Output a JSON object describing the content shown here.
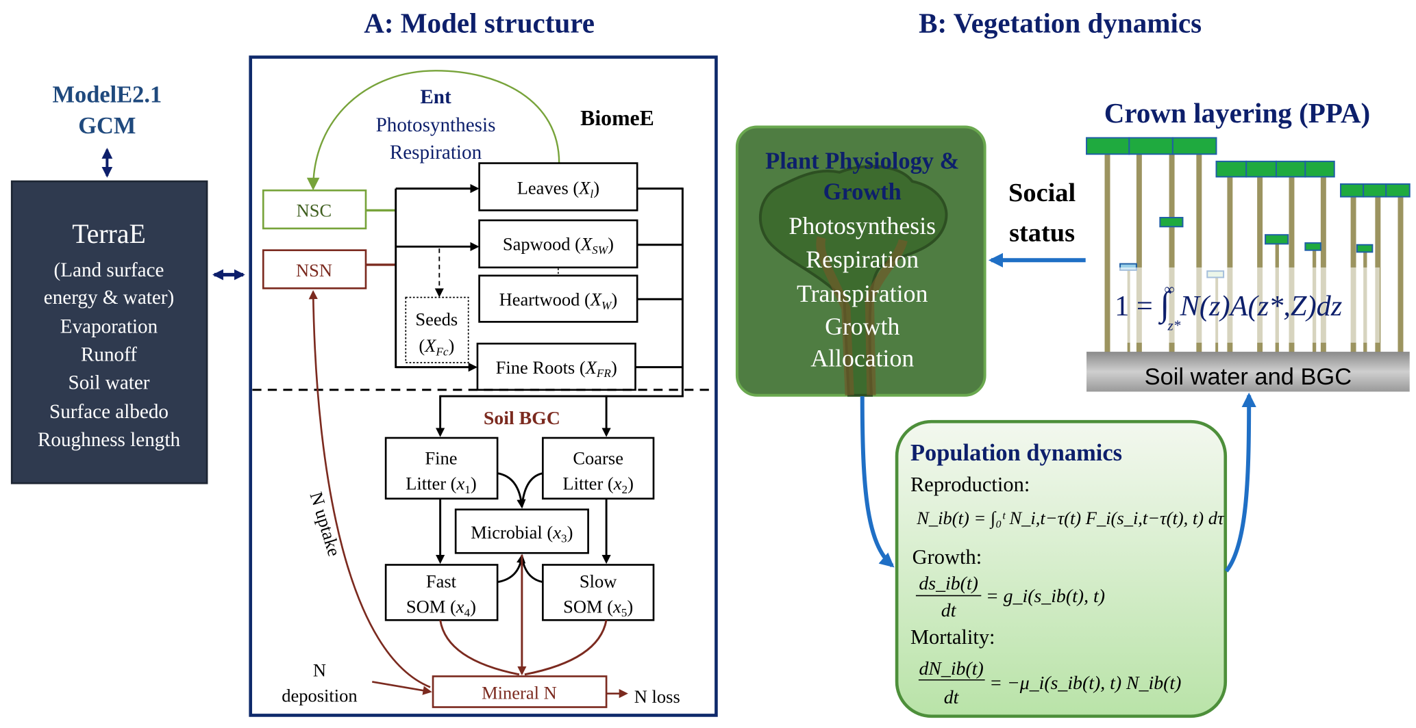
{
  "titles": {
    "a": "A: Model structure",
    "b": "B: Vegetation dynamics"
  },
  "colors": {
    "navy": "#0d1f6b",
    "nsc_green": "#77a33a",
    "nitrogen_red": "#7b2a1f",
    "arrow_blue": "#1f6fc5",
    "terrae_fill": "#2f3a4f",
    "crown_green": "#1faa3f",
    "stem_olive": "#9c9460"
  },
  "gcm": {
    "line1": "ModelE2.1",
    "line2": "GCM"
  },
  "terrae": {
    "title": "TerraE",
    "lines": [
      "(Land surface",
      "energy & water)",
      "Evaporation",
      "Runoff",
      "Soil water",
      "Surface albedo",
      "Roughness length"
    ]
  },
  "biomee": {
    "label": "BiomeE",
    "ent": {
      "title": "Ent",
      "lines": [
        "Photosynthesis",
        "Respiration"
      ]
    },
    "nsc": "NSC",
    "nsn": "NSN",
    "pools": {
      "leaves": {
        "name": "Leaves (",
        "var": "X",
        "sub": "l",
        "close": ")"
      },
      "sapwood": {
        "name": "Sapwood (",
        "var": "X",
        "sub": "SW",
        "close": ")"
      },
      "heartwood": {
        "name": "Heartwood (",
        "var": "X",
        "sub": "W",
        "close": ")"
      },
      "seeds": {
        "name": "Seeds",
        "var": "X",
        "sub": "Fc"
      },
      "fine_roots": {
        "name": "Fine Roots (",
        "var": "X",
        "sub": "FR",
        "close": ")"
      }
    }
  },
  "soil": {
    "label": "Soil BGC",
    "fine_litter": {
      "l1": "Fine",
      "l2": "Litter (",
      "var": "x",
      "sub": "1",
      "close": ")"
    },
    "coarse_litter": {
      "l1": "Coarse",
      "l2": "Litter (",
      "var": "x",
      "sub": "2",
      "close": ")"
    },
    "microbial": {
      "name": "Microbial (",
      "var": "x",
      "sub": "3",
      "close": ")"
    },
    "fast_som": {
      "l1": "Fast",
      "l2": "SOM (",
      "var": "x",
      "sub": "4",
      "close": ")"
    },
    "slow_som": {
      "l1": "Slow",
      "l2": "SOM (",
      "var": "x",
      "sub": "5",
      "close": ")"
    },
    "mineral_n": "Mineral N",
    "n_uptake": "N uptake",
    "n_deposition": {
      "l1": "N",
      "l2": "deposition"
    },
    "n_loss": "N loss"
  },
  "physiology": {
    "title1": "Plant Physiology &",
    "title2": "Growth",
    "lines": [
      "Photosynthesis",
      "Respiration",
      "Transpiration",
      "Growth",
      "Allocation"
    ]
  },
  "social_status": {
    "l1": "Social",
    "l2": "status"
  },
  "crown": {
    "title": "Crown layering (PPA)",
    "equation": {
      "lhs": "1 = ",
      "int": "∫",
      "lower": "z*",
      "upper": "∞",
      "body": "N(z)A(z*,Z)dz"
    },
    "soil": "Soil water and BGC"
  },
  "population": {
    "title": "Population dynamics",
    "reproduction": "Reproduction:",
    "reproduction_eq": "N_ib(t) = ∫₀ᵗ N_i,t−τ(t) F_i(s_i,t−τ(t), t) dτ",
    "growth": "Growth:",
    "growth_eq": {
      "num": "ds_ib(t)",
      "den": "dt",
      "rhs": "= g_i(s_ib(t), t)"
    },
    "mortality": "Mortality:",
    "mortality_eq": {
      "num": "dN_ib(t)",
      "den": "dt",
      "rhs": "= −μ_i(s_ib(t), t) N_ib(t)"
    }
  }
}
